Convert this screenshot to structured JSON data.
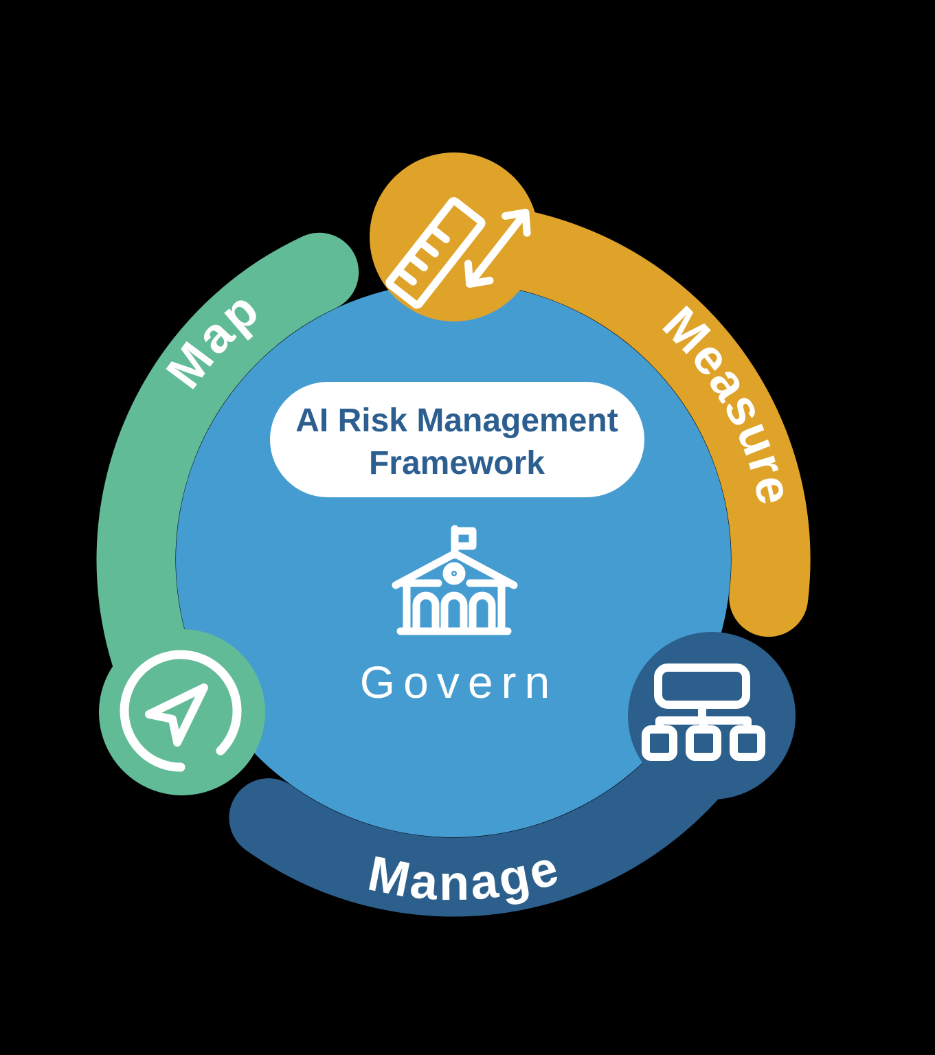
{
  "diagram": {
    "name": "AI Risk Management Framework wheel",
    "background_color": "#000000",
    "pill": {
      "line1": "AI Risk Management",
      "line2": "Framework",
      "text_color": "#2C5F90",
      "bg_color": "#FFFFFF"
    },
    "center": {
      "label": "Govern",
      "circle_color": "#459CD1",
      "label_color": "#FFFFFF",
      "icon": "government-building-icon"
    },
    "segments": [
      {
        "label": "Map",
        "color": "#62BB97",
        "icon": "navigation-arrow-icon",
        "position": "upper-left"
      },
      {
        "label": "Measure",
        "color": "#DFA32A",
        "icon": "ruler-measure-icon",
        "position": "right"
      },
      {
        "label": "Manage",
        "color": "#2D5F8D",
        "icon": "hierarchy-icon",
        "position": "bottom"
      }
    ],
    "label_color": "#FFFFFF",
    "icon_stroke_color": "#FFFFFF"
  }
}
